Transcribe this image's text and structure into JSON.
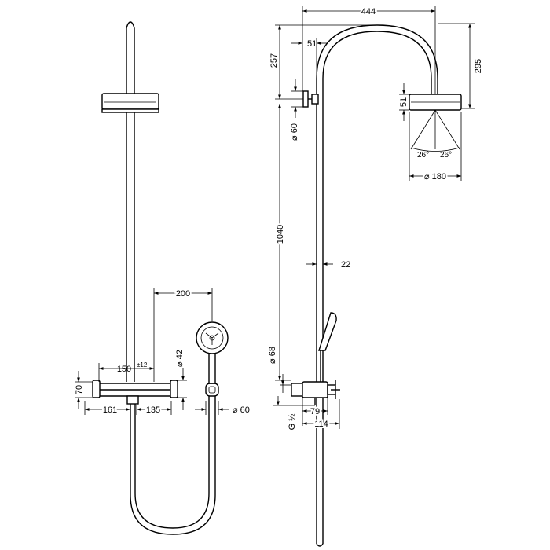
{
  "dimensions": {
    "d_444": "444",
    "d_51_top": "51",
    "d_257": "257",
    "d_295": "295",
    "d_51_head": "51",
    "d_60_bracket": "⌀ 60",
    "d_26_left": "26°",
    "d_26_right": "26°",
    "d_180": "⌀ 180",
    "d_1040": "1040",
    "d_22": "22",
    "d_68": "⌀ 68",
    "d_g12": "G ½",
    "d_79": "79",
    "d_114": "114",
    "d_200": "200",
    "d_42": "⌀ 42",
    "d_150": "150",
    "d_tol12": "±12",
    "d_70": "70",
    "d_161": "161",
    "d_135": "135",
    "d_60_holder": "⌀ 60"
  },
  "colors": {
    "line": "#000000",
    "background": "#ffffff"
  }
}
